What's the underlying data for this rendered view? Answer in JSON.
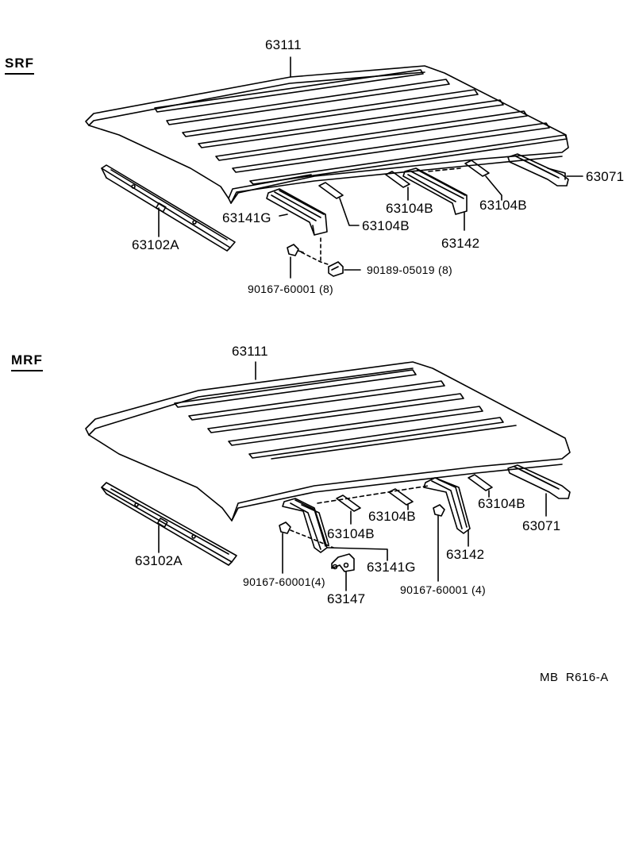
{
  "sections": {
    "srf": {
      "title": "SRF",
      "labels": {
        "roof_panel": "63111",
        "lock_assy": "63071",
        "reinforcement_g": "63141G",
        "reinforcement_b1": "63104B",
        "reinforcement_b2": "63104B",
        "reinforcement_b3": "63104B",
        "reinforcement_142": "63142",
        "rail_a": "63102A",
        "clip": "90189-05019 (8)",
        "screw": "90167-60001 (8)"
      }
    },
    "mrf": {
      "title": "MRF",
      "labels": {
        "roof_panel": "63111",
        "lock_assy": "63071",
        "reinforcement_g": "63141G",
        "reinforcement_b1": "63104B",
        "reinforcement_b2": "63104B",
        "reinforcement_b3": "63104B",
        "reinforcement_142": "63142",
        "rail_a": "63102A",
        "bracket": "63147",
        "screw_left": "90167-60001(4)",
        "screw_right": "90167-60001 (4)"
      }
    }
  },
  "reference": {
    "code_prefix": "MB",
    "code": "R616-A"
  }
}
